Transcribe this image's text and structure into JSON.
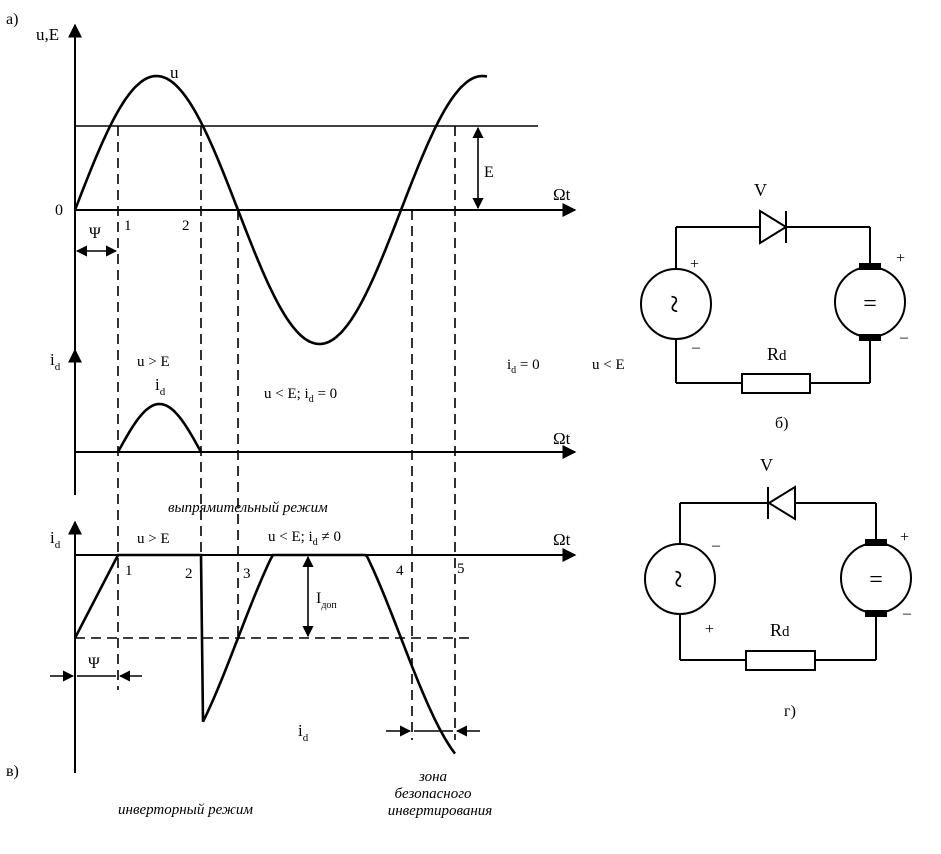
{
  "panels": {
    "a": "а)",
    "b": "б)",
    "v": "в)",
    "g": "г)"
  },
  "graph_a": {
    "y_axis": "u,E",
    "x_axis": "Ωt",
    "origin": "0",
    "curve": "u",
    "e_level": "E",
    "psi": "Ψ",
    "p1": "1",
    "p2": "2"
  },
  "graph_b": {
    "y_axis": "i",
    "y_axis_sub": "d",
    "x_axis": "Ωt",
    "cond1": "u > E",
    "curve": "i",
    "curve_sub": "d",
    "cond2_a": "u < E;  i",
    "cond2_sub": "d",
    "cond2_b": " = 0",
    "right_a": "i",
    "right_sub": "d",
    "right_b": " = 0",
    "right_c": "u < E",
    "mode": "выпрямительный режим"
  },
  "graph_c": {
    "y_axis": "i",
    "y_axis_sub": "d",
    "x_axis": "Ωt",
    "cond1": "u > E",
    "cond2_a": "u < E;  i",
    "cond2_sub": "d",
    "cond2_b": " ≠ 0",
    "p1": "1",
    "p2": "2",
    "p3": "3",
    "p4": "4",
    "p5": "5",
    "idop": "I",
    "idop_sub": "доп",
    "psi": "Ψ",
    "curve": "i",
    "curve_sub": "d",
    "mode": "инверторный режим",
    "zone_l1": "зона",
    "zone_l2": "безопасного",
    "zone_l3": "инвертирования"
  },
  "circuit_b": {
    "diode": "V",
    "resistor": "R",
    "resistor_sub": "d",
    "src_top": "+",
    "src_bot": "–",
    "mot_top": "+",
    "mot_bot": "–",
    "src_sym": "~",
    "mot_sym": "="
  },
  "circuit_g": {
    "diode": "V",
    "resistor": "R",
    "resistor_sub": "d",
    "src_top": "–",
    "src_bot": "+",
    "mot_top": "+",
    "mot_bot": "–",
    "src_sym": "~",
    "mot_sym": "="
  }
}
